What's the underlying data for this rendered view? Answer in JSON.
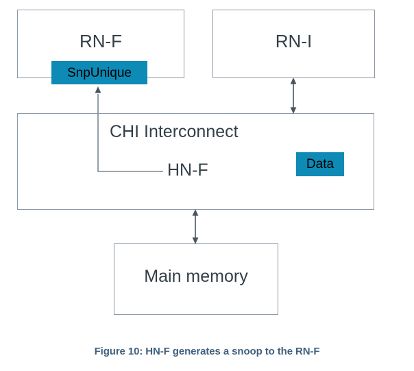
{
  "figure": {
    "caption": "Figure 10: HN-F generates a snoop to the RN-F",
    "caption_color": "#40617f",
    "background_color": "#ffffff"
  },
  "diagram": {
    "type": "block-diagram",
    "box_border_color": "#8d99a6",
    "box_fill_color": "#ffffff",
    "node_text_color": "#333f48",
    "accent_color": "#0d8ab5",
    "nodes": [
      {
        "id": "rn-f",
        "label": "RN-F"
      },
      {
        "id": "rn-i",
        "label": "RN-I"
      },
      {
        "id": "chi",
        "label": "CHI Interconnect"
      },
      {
        "id": "hn-f",
        "label": "HN-F"
      },
      {
        "id": "main-memory",
        "label": "Main memory"
      }
    ],
    "messages": [
      {
        "id": "snpunique",
        "label": "SnpUnique",
        "from": "hn-f",
        "to": "rn-f"
      },
      {
        "id": "data",
        "label": "Data"
      }
    ],
    "connectors": [
      {
        "id": "hnf-to-rnf",
        "style": "elbow",
        "arrows": "end",
        "from": "hn-f",
        "to": "rn-f"
      },
      {
        "id": "rni-to-chi",
        "style": "straight",
        "arrows": "both",
        "from": "rn-i",
        "to": "chi"
      },
      {
        "id": "chi-to-memory",
        "style": "straight",
        "arrows": "both",
        "from": "chi",
        "to": "main-memory"
      }
    ]
  }
}
